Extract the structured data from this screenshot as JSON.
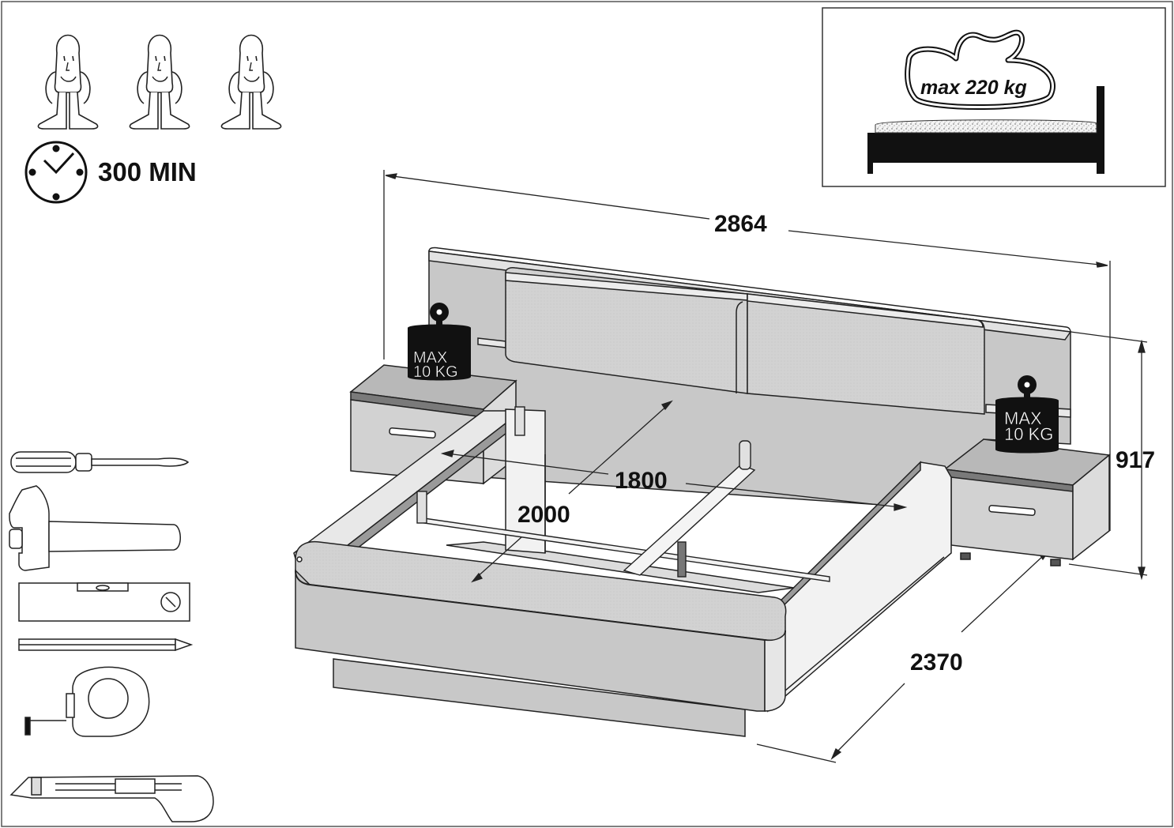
{
  "assembly": {
    "persons": 3,
    "time_label": "300 MIN"
  },
  "load_limits": {
    "bed_max": "max 220 kg",
    "nightstand_max_line1": "MAX",
    "nightstand_max_line2": "10 KG"
  },
  "dimensions": {
    "width": "2864",
    "height": "917",
    "length": "2370",
    "inner_width": "1800",
    "inner_length": "2000"
  },
  "tools": [
    "screwdriver-icon",
    "hammer-icon",
    "spirit-level-icon",
    "pencil-icon",
    "tape-measure-icon",
    "utility-knife-icon"
  ],
  "colors": {
    "line": "#1a1a1a",
    "panel": "#c8c8c8",
    "panel_light": "#dedede",
    "panel_white": "#f2f2f2",
    "weight": "#111111"
  }
}
